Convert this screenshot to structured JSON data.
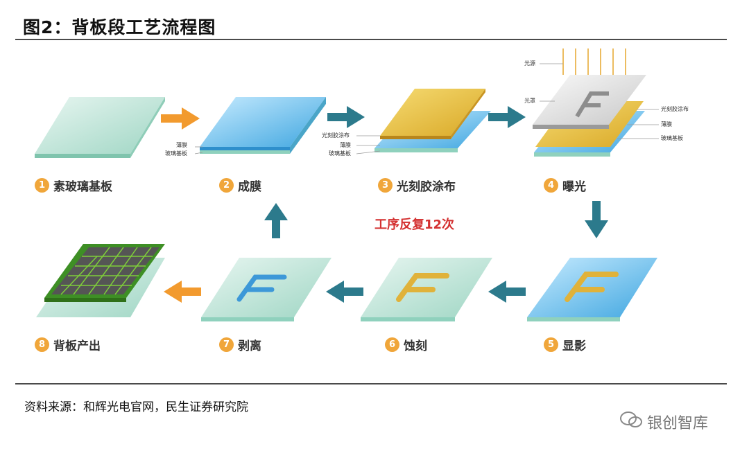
{
  "title": "图2：背板段工艺流程图",
  "steps": [
    {
      "num": "1",
      "label": "素玻璃基板"
    },
    {
      "num": "2",
      "label": "成膜"
    },
    {
      "num": "3",
      "label": "光刻胶涂布"
    },
    {
      "num": "4",
      "label": "曝光"
    },
    {
      "num": "5",
      "label": "显影"
    },
    {
      "num": "6",
      "label": "蚀刻"
    },
    {
      "num": "7",
      "label": "剥离"
    },
    {
      "num": "8",
      "label": "背板产出"
    }
  ],
  "repeat_label": "工序反复12次",
  "layers": {
    "film": "薄膜",
    "glass": "玻璃基板",
    "photoresist": "光刻胶涂布",
    "light_source": "光源",
    "mask": "光罩"
  },
  "source": "资料来源：和辉光电官网，民生证券研究院",
  "watermark": "银创智库",
  "colors": {
    "accent_orange": "#f29a2e",
    "arrow_teal": "#2c7a8c",
    "red_text": "#d43131",
    "glass_green": "#a8dccb",
    "film_blue": "#5fb6e6",
    "resist_yellow": "#e9c13a"
  }
}
